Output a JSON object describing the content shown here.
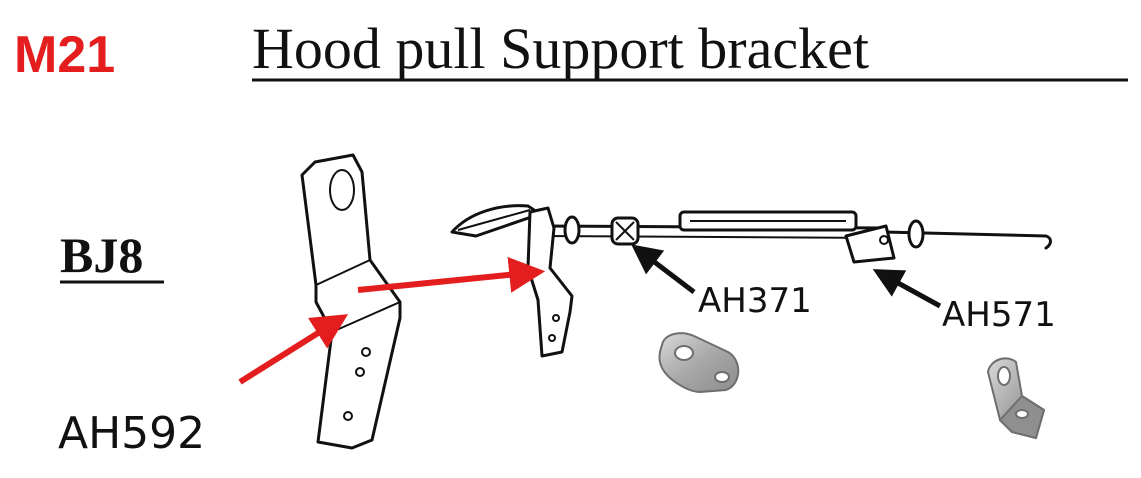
{
  "header": {
    "code": "M21",
    "title": "Hood pull Support bracket"
  },
  "model": {
    "label": "BJ8"
  },
  "parts": {
    "bracket": "AH592",
    "clip": "AH371",
    "angle_bracket": "AH571"
  },
  "colors": {
    "accent": "#e41e1e",
    "ink": "#111111",
    "metal": "#a9a9a9"
  }
}
